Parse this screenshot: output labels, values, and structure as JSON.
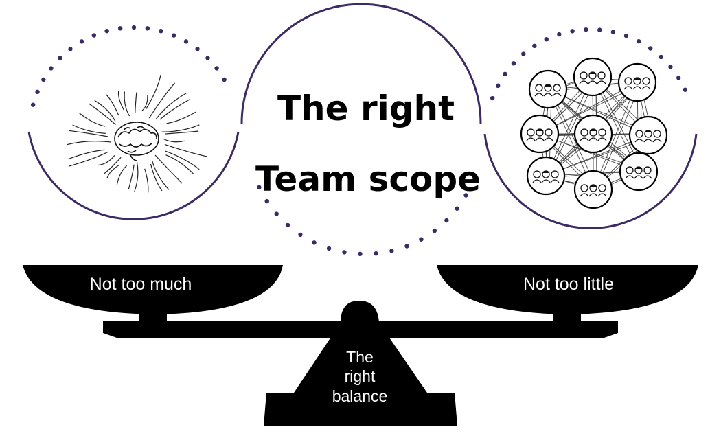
{
  "title": {
    "line1": "The right",
    "line2": "Team scope"
  },
  "left_pan": {
    "label": "Not too much"
  },
  "right_pan": {
    "label": "Not too little"
  },
  "fulcrum": {
    "line1": "The",
    "line2": "right",
    "line3": "balance"
  },
  "icons": {
    "left": "brain-explosion-icon",
    "right": "team-network-icon"
  },
  "colors": {
    "outline": "#3b2a63",
    "scale": "#000000",
    "text_on_scale": "#ffffff"
  }
}
